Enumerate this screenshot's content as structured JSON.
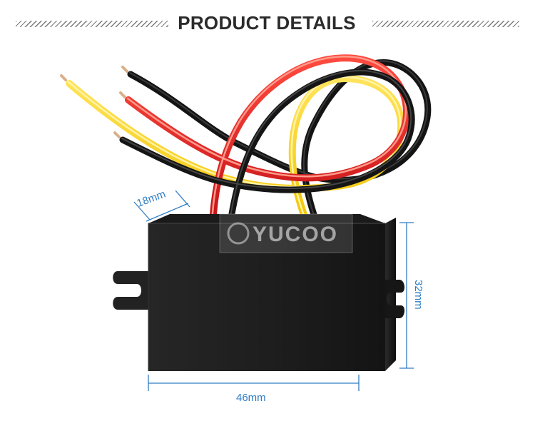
{
  "header": {
    "title": "PRODUCT DETAILS"
  },
  "dimensions": {
    "depth": "18mm",
    "height": "32mm",
    "width": "46mm"
  },
  "watermark": {
    "brand": "YUCOO"
  },
  "colors": {
    "accent_blue": "#2f7dc3",
    "title_text": "#2b2b2b",
    "wire_red": "#e6191c",
    "wire_yellow": "#ffd60a",
    "wire_black": "#151515",
    "housing": "#1b1b1b"
  }
}
